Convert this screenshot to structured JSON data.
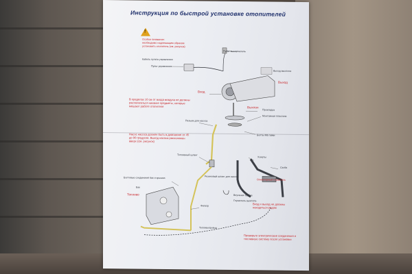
{
  "photo": {
    "title": "Инструкция по быстрой установке отопителей",
    "warning": {
      "lines": [
        "Особое внимание:",
        "необходимо надлежащим образом",
        "установить отопитель (см. рисунок)"
      ]
    },
    "labels": {
      "control_panel_top": "Пульт управления",
      "control_panel_wire": "Кабель пульта управления",
      "cable_top": "Пульт выключатель",
      "outlet": "Выход",
      "inlet": "Вход",
      "exhaust_red": "Выхлоп",
      "exhaust_right": "Выход выхлопа",
      "gasket": "Прокладка",
      "mount_plate": "Монтажная пластина",
      "pump_connector": "Разъем для насоса",
      "bolts": "Болты М6 гайки",
      "fuel_hose": "Топливный шланг",
      "fuel_pump": "Резиновый шланг для насоса",
      "clamps": "Хомуты",
      "clamp2": "Скоба",
      "muffler": "Огнеупорный глушитель",
      "intake_pipe": "Впускная трубка",
      "silencer": "Глушитель выхлопа",
      "tank": "Бак",
      "tank_label": "Топливо",
      "fuel_line": "Топливопровод",
      "filter": "Фильтр",
      "tank_connector": "Болтовые соединения бак и крышка"
    },
    "notes": {
      "inlet_note": "В пределах 10 см от входа воздуха не должны располагаться никакие предметы, которые мешают работе отопителя",
      "pump_note": "Насос насоса должен быть в диапазоне от 45 до 90 градусов. Выход насоса расположен вверх (см. рисунок)",
      "exhaust_note": "Вход и выход не должны находиться рядом",
      "final_note": "Проверьте электрические соединения и топливную систему после установки"
    }
  },
  "colors": {
    "title_blue": "#1e2f6b",
    "warning_yellow": "#e0a21c",
    "note_red": "#c8262a",
    "pipe_yellow": "#d4c35a",
    "line_dark": "#2b2d33"
  }
}
